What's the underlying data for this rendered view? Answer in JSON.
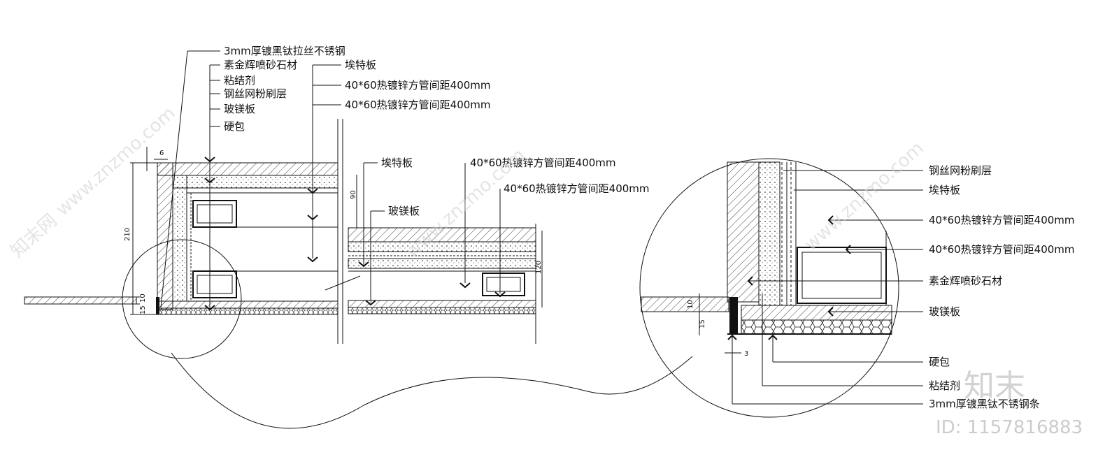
{
  "left_labels": {
    "l1": "3mm厚镀黑钛拉丝不锈钢",
    "l2": "素金辉喷砂石材",
    "l3": "粘结剂",
    "l4": "钢丝网粉刷层",
    "l5": "玻镁板",
    "l6": "硬包"
  },
  "mid_labels": {
    "m1": "埃特板",
    "m2": "40*60热镀锌方管间距400mm",
    "m3": "40*60热镀锌方管间距400mm",
    "m4": "埃特板",
    "m5": "40*60热镀锌方管间距400mm",
    "m6": "40*60热镀锌方管间距400mm",
    "m7": "玻镁板"
  },
  "right_labels": {
    "r1": "钢丝网粉刷层",
    "r2": "埃特板",
    "r3": "40*60热镀锌方管间距400mm",
    "r4": "40*60热镀锌方管间距400mm",
    "r5": "素金辉喷砂石材",
    "r6": "玻镁板",
    "r7": "硬包",
    "r8": "粘结剂",
    "r9": "3mm厚镀黑钛不锈钢条"
  },
  "dimensions": {
    "d_6": "6",
    "d_210": "210",
    "d_15": "15",
    "d_10": "10",
    "d_90": "90",
    "d_120": "120",
    "d_r10": "10",
    "d_r15": "15",
    "d_r3": "3"
  },
  "watermark": {
    "site": "www.znzmo.com",
    "brand_cn": "知末网",
    "logo": "知末",
    "id": "ID: 1157816883"
  }
}
